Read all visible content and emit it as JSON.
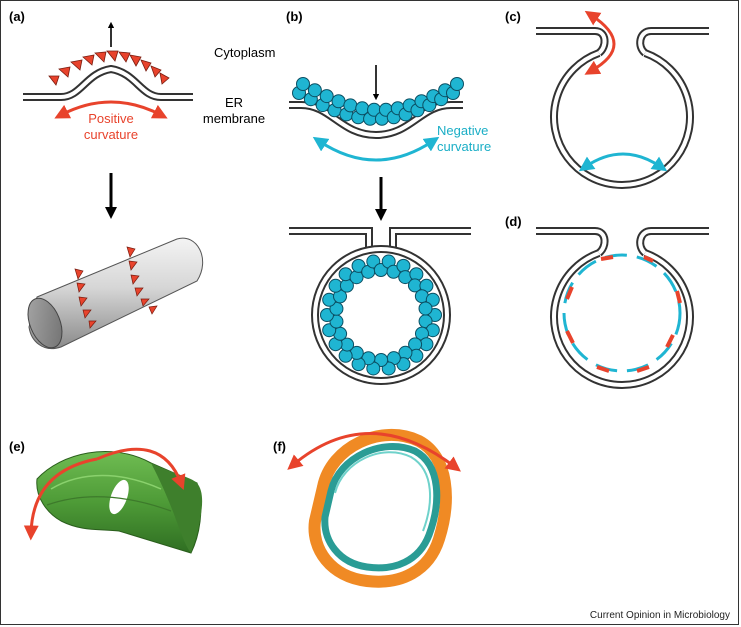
{
  "panels": {
    "a": "(a)",
    "b": "(b)",
    "c": "(c)",
    "d": "(d)",
    "e": "(e)",
    "f": "(f)"
  },
  "labels": {
    "cytoplasm": "Cytoplasm",
    "er_line1": "ER",
    "er_line2": "membrane",
    "positive_line1": "Positive",
    "positive_line2": "curvature",
    "negative_line1": "Negative",
    "negative_line2": "curvature"
  },
  "credit": "Current Opinion in Microbiology",
  "colors": {
    "red": "#e8432c",
    "cyan": "#1fb5d2",
    "green": "#5aa640",
    "orange": "#f08a24",
    "teal": "#2a9c95"
  }
}
